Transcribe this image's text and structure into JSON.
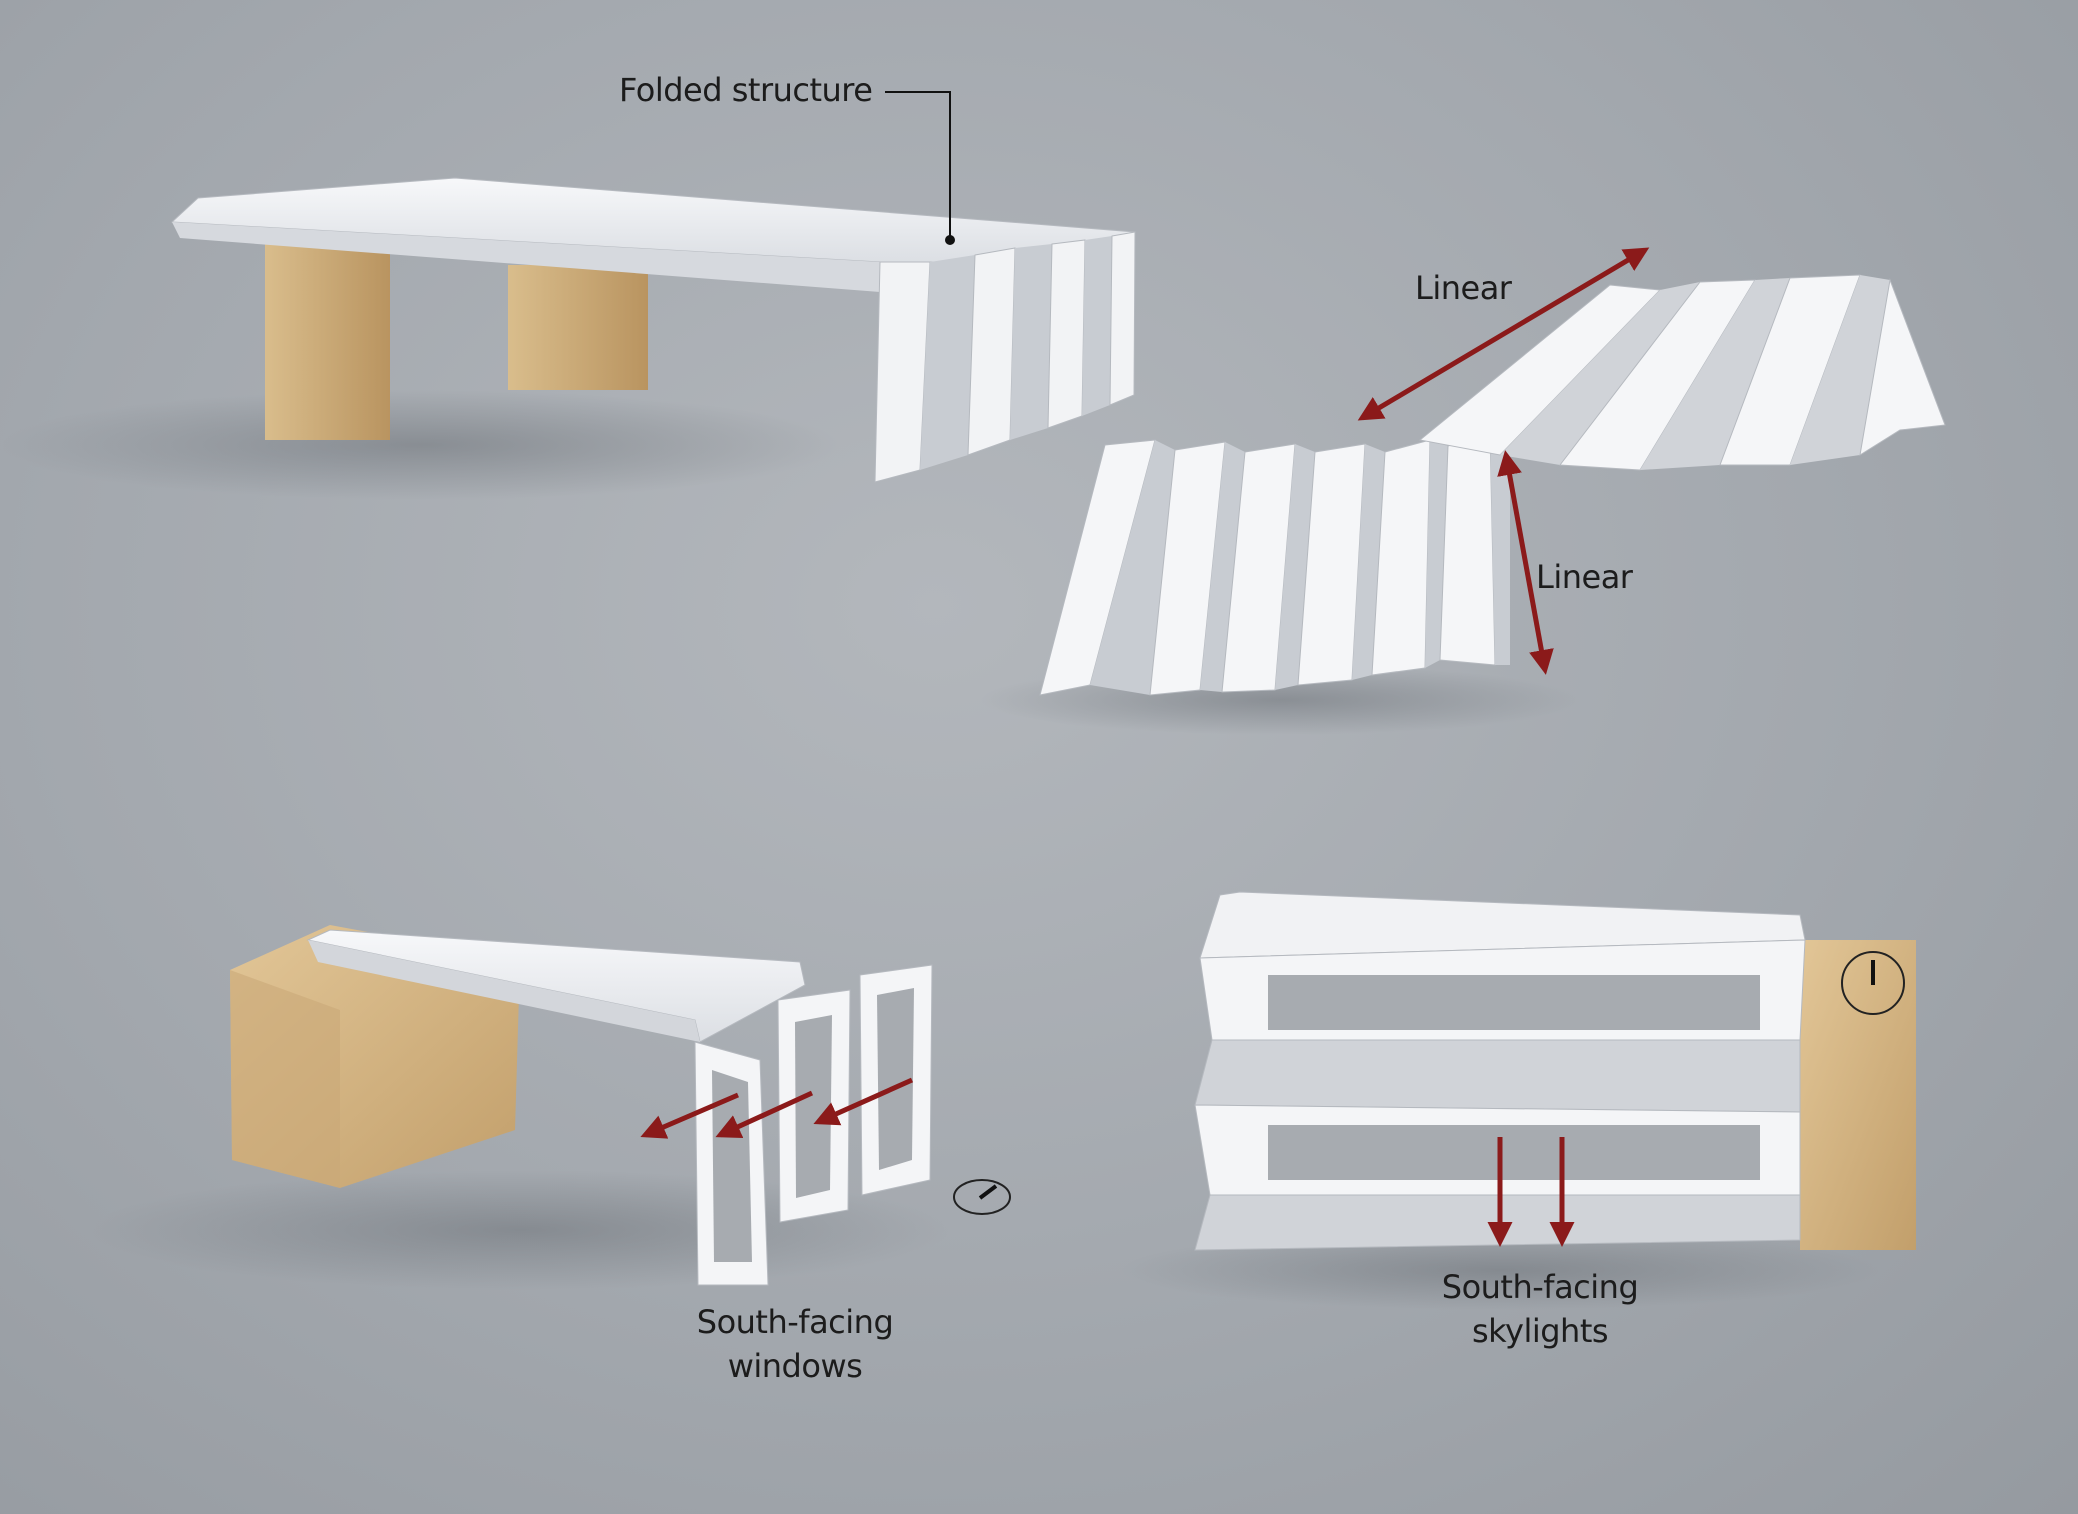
{
  "annotations": {
    "folded_structure": "Folded structure",
    "linear_top": "Linear",
    "linear_side": "Linear",
    "south_facing_windows": [
      "South-facing",
      "windows"
    ],
    "south_facing_skylights": [
      "South-facing",
      "skylights"
    ]
  },
  "colors": {
    "background": "#a7abb0",
    "paper": "#eef0f3",
    "paper_shade": "#c9ccd1",
    "wood": "#d6b88a",
    "arrow": "#8b1a1a",
    "leader_line": "#111111"
  },
  "icons": {
    "compass_bottom_left": "compass-icon",
    "compass_bottom_right": "compass-icon"
  }
}
